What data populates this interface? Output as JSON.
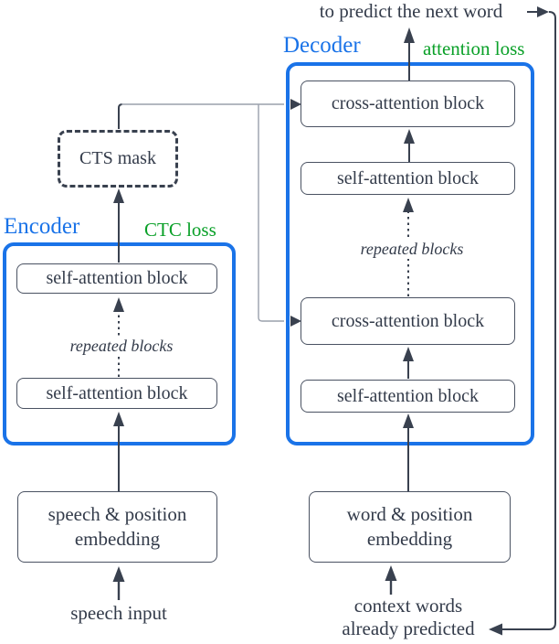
{
  "figure": {
    "top_caption": "to predict the next word",
    "decoder": {
      "label": "Decoder",
      "loss_label": "attention loss",
      "block1": "cross-attention block",
      "block2": "self-attention block",
      "repeated_note": "repeated blocks",
      "block3": "cross-attention block",
      "block4": "self-attention block"
    },
    "encoder": {
      "label": "Encoder",
      "loss_label": "CTC loss",
      "block1": "self-attention block",
      "repeated_note": "repeated blocks",
      "block2": "self-attention block"
    },
    "cts_mask_label": "CTS mask",
    "speech_embedding": {
      "line1": "speech & position",
      "line2": "embedding"
    },
    "word_embedding": {
      "line1": "word & position",
      "line2": "embedding"
    },
    "speech_input_label": "speech input",
    "context_words": {
      "line1": "context words",
      "line2": "already predicted"
    },
    "colors": {
      "accent_blue": "#1a73e8",
      "loss_green": "#0aa028",
      "line_dark": "#39414f",
      "line_gray": "#9aa0ac"
    }
  }
}
